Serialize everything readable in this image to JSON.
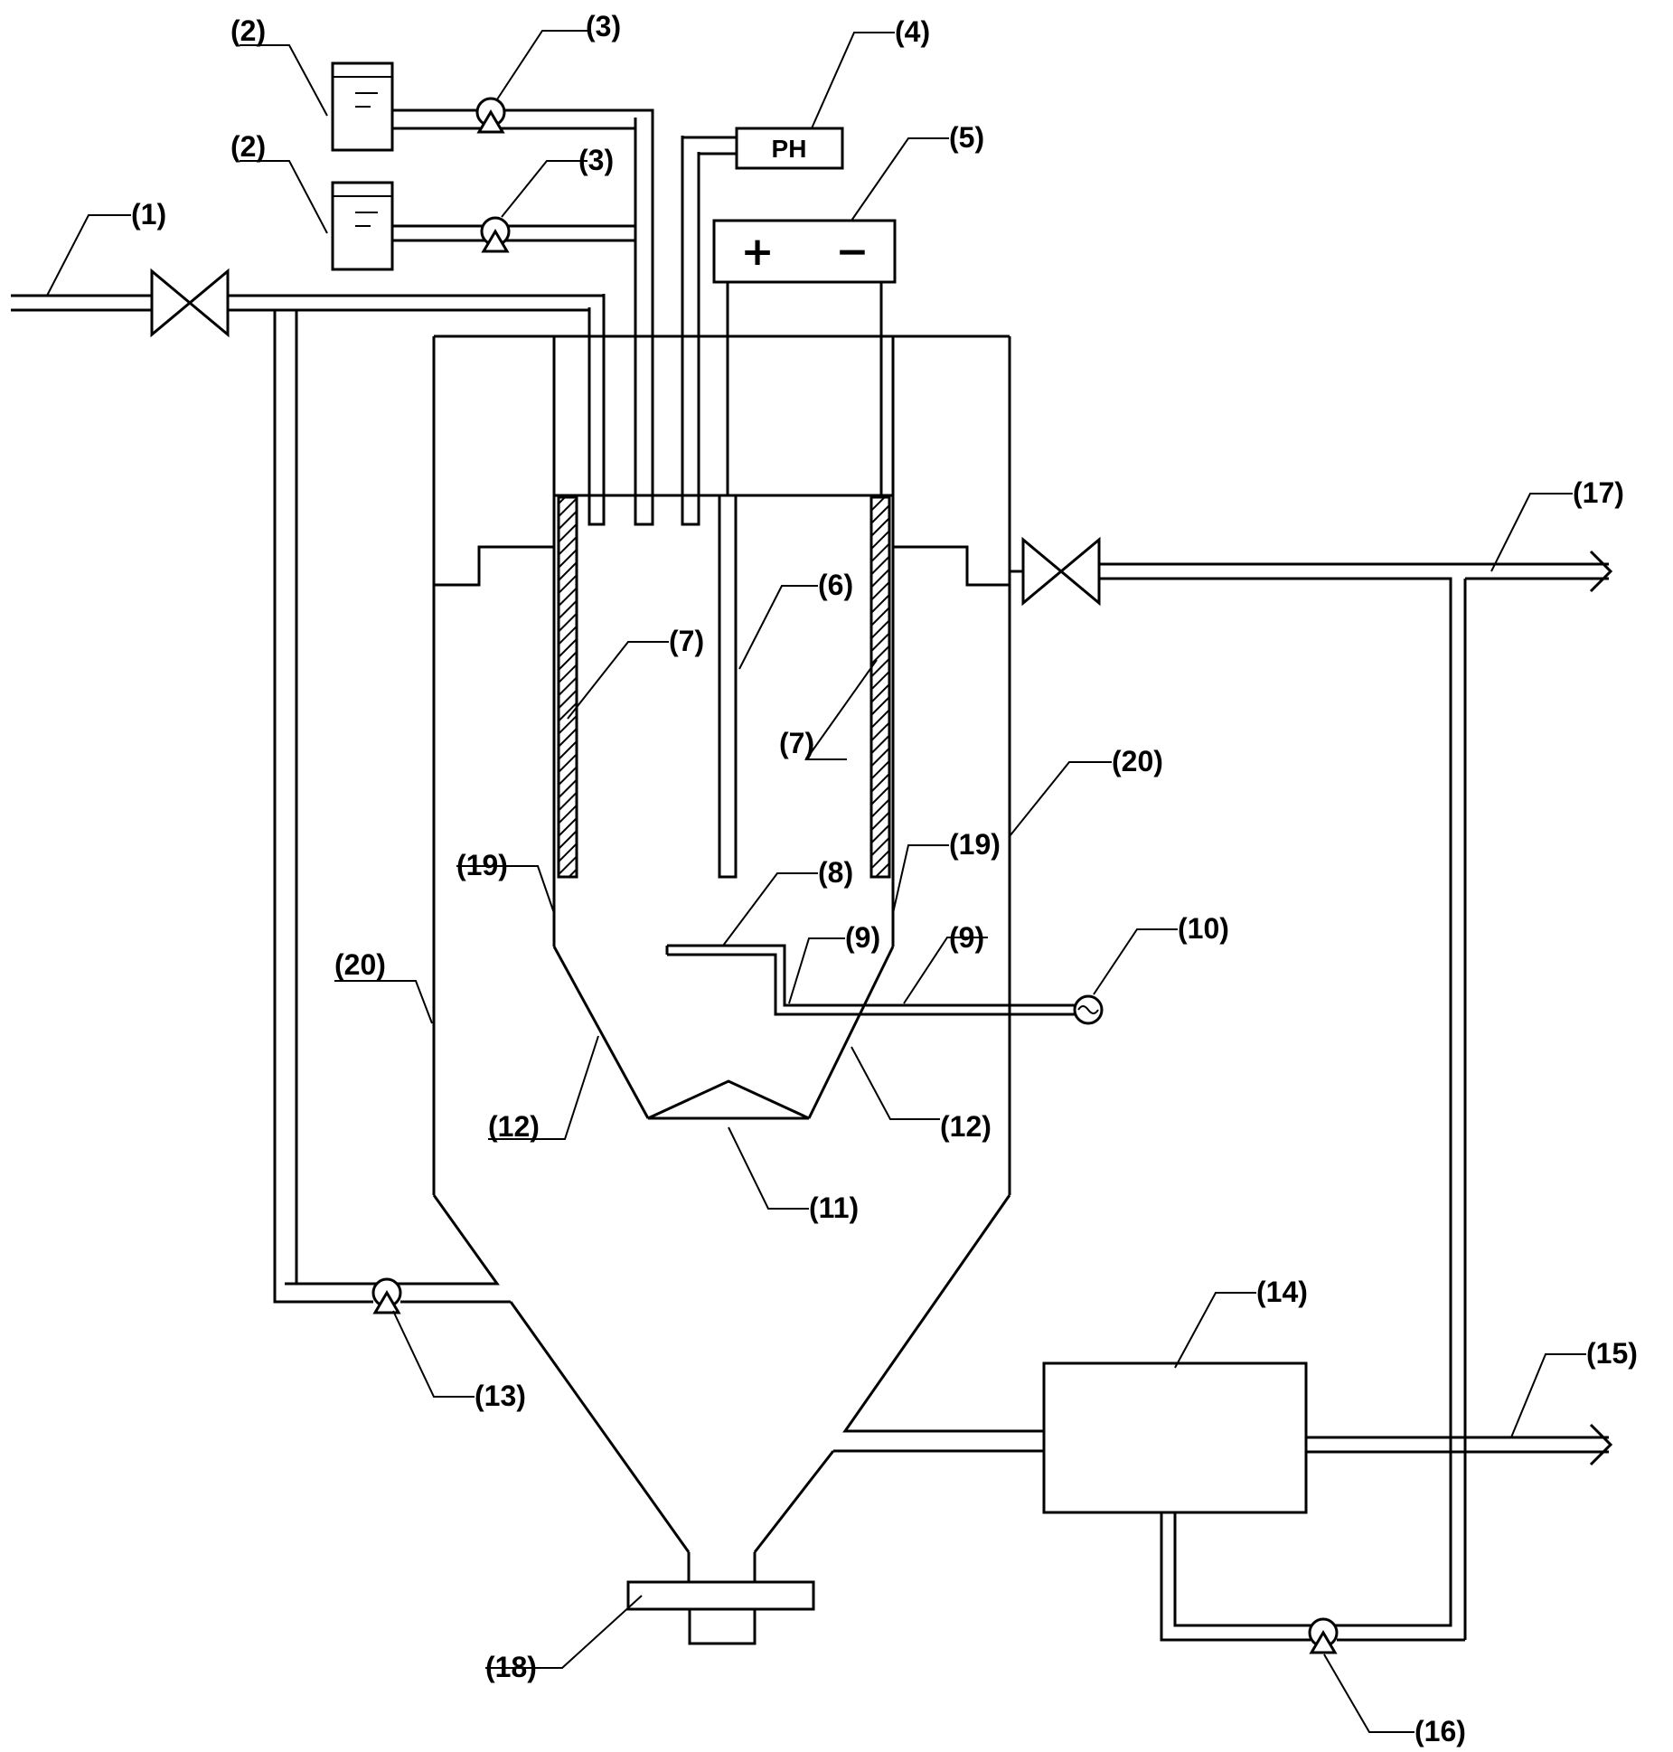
{
  "labels": {
    "l1": "(1)",
    "l2": "(2)",
    "l3": "(3)",
    "l4": "(4)",
    "l5": "(5)",
    "l6": "(6)",
    "l7": "(7)",
    "l8": "(8)",
    "l9": "(9)",
    "l10": "(10)",
    "l11": "(11)",
    "l12": "(12)",
    "l13": "(13)",
    "l14": "(14)",
    "l15": "(15)",
    "l16": "(16)",
    "l17": "(17)",
    "l18": "(18)",
    "l19": "(19)",
    "l20": "(20)"
  },
  "ph_meter_text": "PH",
  "power_plus": "+",
  "power_minus": "−"
}
